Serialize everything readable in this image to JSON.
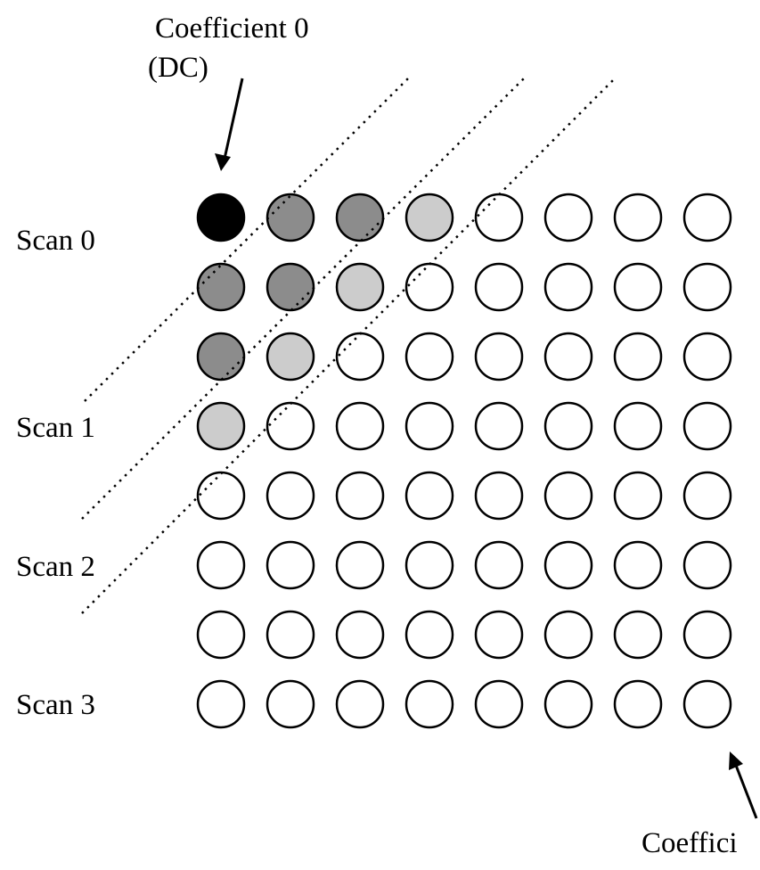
{
  "top_label": {
    "line1": "Coefficient 0",
    "line2": "(DC)"
  },
  "bottom_label": "Coeffici",
  "scan_labels": [
    "Scan 0",
    "Scan 1",
    "Scan 2",
    "Scan 3"
  ],
  "grid": {
    "rows": 8,
    "cols": 8,
    "cell_levels": [
      [
        "dc",
        "scan0",
        "scan0",
        "scan1",
        "none",
        "none",
        "none",
        "none"
      ],
      [
        "scan0",
        "scan0",
        "scan1",
        "none",
        "none",
        "none",
        "none",
        "none"
      ],
      [
        "scan0",
        "scan1",
        "none",
        "none",
        "none",
        "none",
        "none",
        "none"
      ],
      [
        "scan1",
        "none",
        "none",
        "none",
        "none",
        "none",
        "none",
        "none"
      ],
      [
        "none",
        "none",
        "none",
        "none",
        "none",
        "none",
        "none",
        "none"
      ],
      [
        "none",
        "none",
        "none",
        "none",
        "none",
        "none",
        "none",
        "none"
      ],
      [
        "none",
        "none",
        "none",
        "none",
        "none",
        "none",
        "none",
        "none"
      ],
      [
        "none",
        "none",
        "none",
        "none",
        "none",
        "none",
        "none",
        "none"
      ]
    ]
  },
  "colors": {
    "dc": "#000000",
    "scan0": "#8c8c8c",
    "scan1": "#cccccc",
    "none": "#ffffff",
    "stroke": "#000000"
  }
}
